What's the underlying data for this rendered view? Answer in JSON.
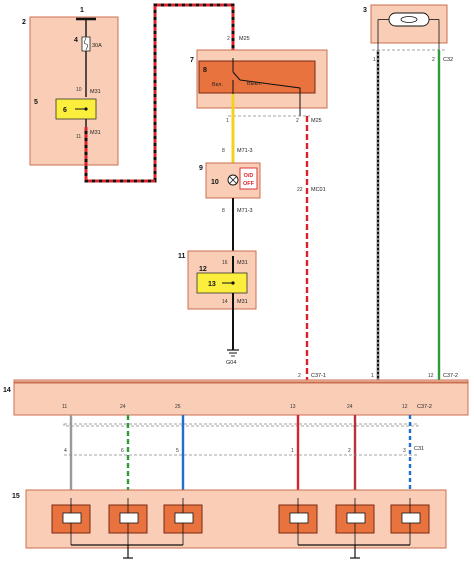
{
  "components": {
    "c1": "1",
    "c2": "2",
    "c3": "3",
    "c4": "4",
    "c5": "5",
    "c6": "6",
    "c7": "7",
    "c8": "8",
    "c9": "9",
    "c10": "10",
    "c11": "11",
    "c12": "12",
    "c13": "13",
    "c14": "14",
    "c15": "15"
  },
  "fuse_rating": "30A",
  "switch": {
    "left_label": "Вкл.",
    "right_label": "Выкл."
  },
  "od_indicator": {
    "line1": "O/D",
    "line2": "OFF"
  },
  "ground_label": "G04",
  "connectors": {
    "m31_top": "M31",
    "m31_bot": "M31",
    "m25_top": "M25",
    "m25_bot": "M25",
    "m71_a": "M71-3",
    "m71_b": "M71-3",
    "mc01": "MC01",
    "m31_c": "M31",
    "m31_d": "M31",
    "c32": "C32",
    "c37_1": "C37-1",
    "c37_2a": "C37-2",
    "c37_2b": "C37-2",
    "c31": "C31"
  },
  "pins": {
    "p10": "10",
    "p11": "11",
    "p2a": "2",
    "p1a": "1",
    "p2b": "2",
    "p8a": "8",
    "p8b": "8",
    "p22": "22",
    "p16": "16",
    "p14": "14",
    "p1b": "1",
    "p2c": "2",
    "p2d": "2",
    "p1c": "1",
    "p12a": "12",
    "p11b": "11",
    "p24": "24",
    "p25": "25",
    "p13": "13",
    "p24b": "24",
    "p12b": "12",
    "p4": "4",
    "p6": "6",
    "p5": "5",
    "p1d": "1",
    "p2e": "2",
    "p3": "3"
  },
  "colors": {
    "box_fill": "#f9cdb6",
    "module_dark": "#e8733e",
    "relay_yellow": "#fbee3c",
    "wire_red": "#d8232a",
    "wire_green": "#2f9a3a",
    "wire_blue": "#1e6fd0",
    "wire_yellow": "#f2d31c",
    "wire_grey": "#9a9a9a"
  }
}
